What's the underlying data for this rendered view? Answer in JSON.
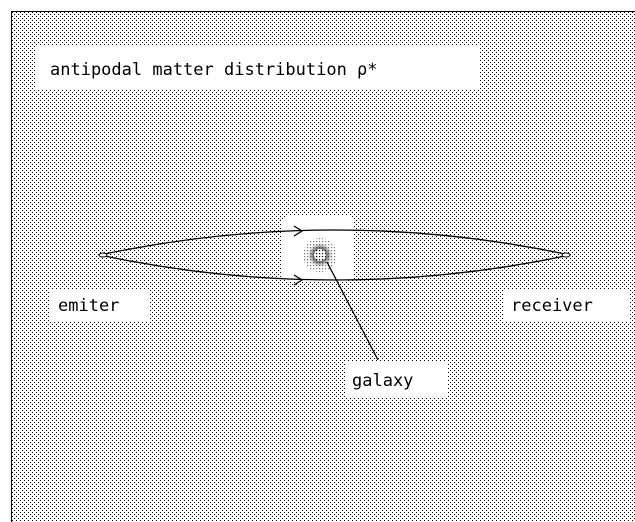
{
  "diagram": {
    "title": "antipodal matter distribution ρ*",
    "labels": {
      "emitter": "emiter",
      "receiver": "receiver",
      "galaxy": "galaxy"
    }
  },
  "colors": {
    "background": "#ffffff",
    "stipple_dot": "#000000",
    "label_background": "#ffffff",
    "stroke": "#000000"
  }
}
